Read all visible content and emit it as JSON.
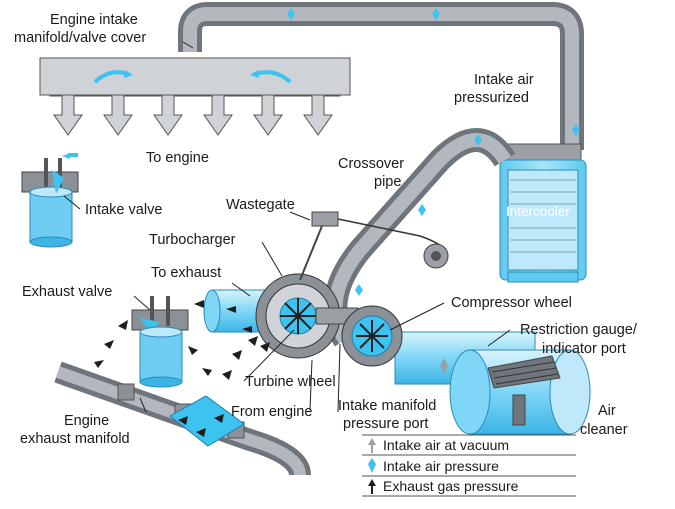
{
  "labels": {
    "intake_manifold": [
      "Engine intake",
      "manifold/valve cover"
    ],
    "to_engine": "To engine",
    "intake_valve": "Intake valve",
    "wastegate": "Wastegate",
    "turbocharger": "Turbocharger",
    "to_exhaust": "To exhaust",
    "exhaust_valve": "Exhaust valve",
    "turbine_wheel": "Turbine wheel",
    "from_engine": "From engine",
    "exhaust_manifold": [
      "Engine",
      "exhaust manifold"
    ],
    "intake_air_pressurized": [
      "Intake air",
      "pressurized"
    ],
    "crossover_pipe": [
      "Crossover",
      "pipe"
    ],
    "intercooler": "Intercooler",
    "compressor_wheel": "Compressor wheel",
    "restriction_gauge": [
      "Restriction gauge/",
      "indicator port"
    ],
    "intake_manifold_port": [
      "Intake manifold",
      "pressure port"
    ],
    "air_cleaner": [
      "Air",
      "cleaner"
    ]
  },
  "legend": [
    {
      "label": "Intake air at vacuum",
      "symbol": "gray-diamond-arrow",
      "color": "#9aa0a6"
    },
    {
      "label": "Intake air pressure",
      "symbol": "blue-diamond-arrow",
      "color": "#3cc3f0"
    },
    {
      "label": "Exhaust gas pressure",
      "symbol": "black-diamond-arrow",
      "color": "#1e1e1e"
    }
  ],
  "colors": {
    "pipe_gray": "#8c9198",
    "air_blue": "#3cc3f0",
    "light_blue": "#bfe9fb",
    "exhaust_black": "#1e1e1e"
  }
}
